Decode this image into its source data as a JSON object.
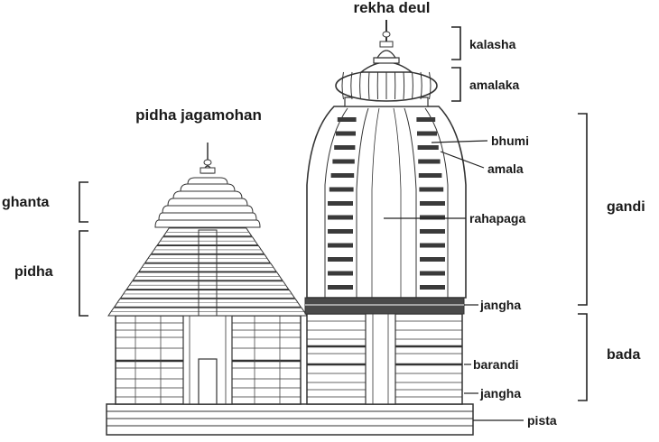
{
  "titles": {
    "deul": "rekha deul",
    "jagamohan": "pidha jagamohan"
  },
  "labels": {
    "kalasha": "kalasha",
    "amalaka": "amalaka",
    "bhumi": "bhumi",
    "amala": "amala",
    "rahapaga": "rahapaga",
    "jangha_upper": "jangha",
    "barandi": "barandi",
    "jangha_lower": "jangha",
    "pista": "pista",
    "gandi": "gandi",
    "bada": "bada",
    "ghanta": "ghanta",
    "pidha": "pidha"
  },
  "colors": {
    "ink": "#1a1a1a",
    "line": "#333333",
    "band": "#4a4a4a",
    "paper": "#ffffff"
  }
}
